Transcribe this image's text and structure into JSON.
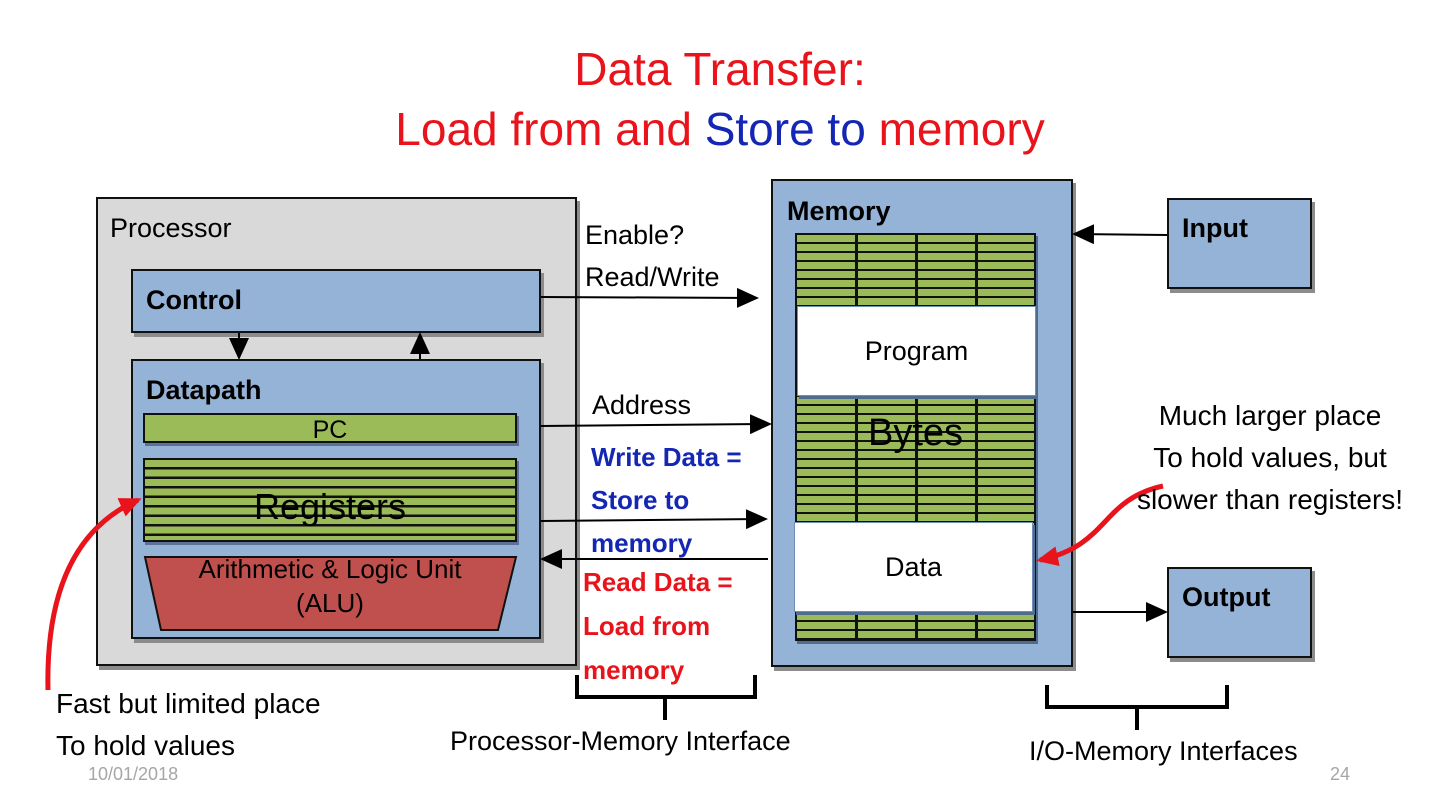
{
  "slide": {
    "title_line1": "Data Transfer:",
    "title_line2_parts": [
      "Load from and ",
      "Store to",
      " memory"
    ],
    "colors": {
      "title_red": "#e8131b",
      "title_blue": "#1426b4",
      "box_blue": "#95b3d7",
      "register_green": "#9bbb59",
      "alu_red": "#c0504d",
      "processor_gray": "#d9d9d9"
    },
    "date": "10/01/2018",
    "page_number": "24"
  },
  "processor": {
    "label": "Processor",
    "control_label": "Control",
    "datapath_label": "Datapath",
    "pc_label": "PC",
    "registers_label": "Registers",
    "alu_line1": "Arithmetic & Logic Unit",
    "alu_line2": "(ALU)"
  },
  "interface": {
    "enable_label": "Enable?",
    "readwrite_label": "Read/Write",
    "address_label": "Address",
    "write_data_lines": [
      "Write Data  =",
      "Store to",
      "memory"
    ],
    "read_data_lines": [
      "Read Data =",
      "Load from",
      "memory"
    ],
    "processor_memory_caption": "Processor-Memory Interface",
    "io_memory_caption": "I/O-Memory Interfaces"
  },
  "memory": {
    "label": "Memory",
    "program_label": "Program",
    "bytes_label": "Bytes",
    "data_label": "Data"
  },
  "io": {
    "input_label": "Input",
    "output_label": "Output"
  },
  "notes": {
    "memory_note": [
      "Much larger place",
      "To hold values, but",
      "slower than registers!"
    ],
    "register_note": [
      "Fast but limited place",
      "To hold values"
    ]
  }
}
